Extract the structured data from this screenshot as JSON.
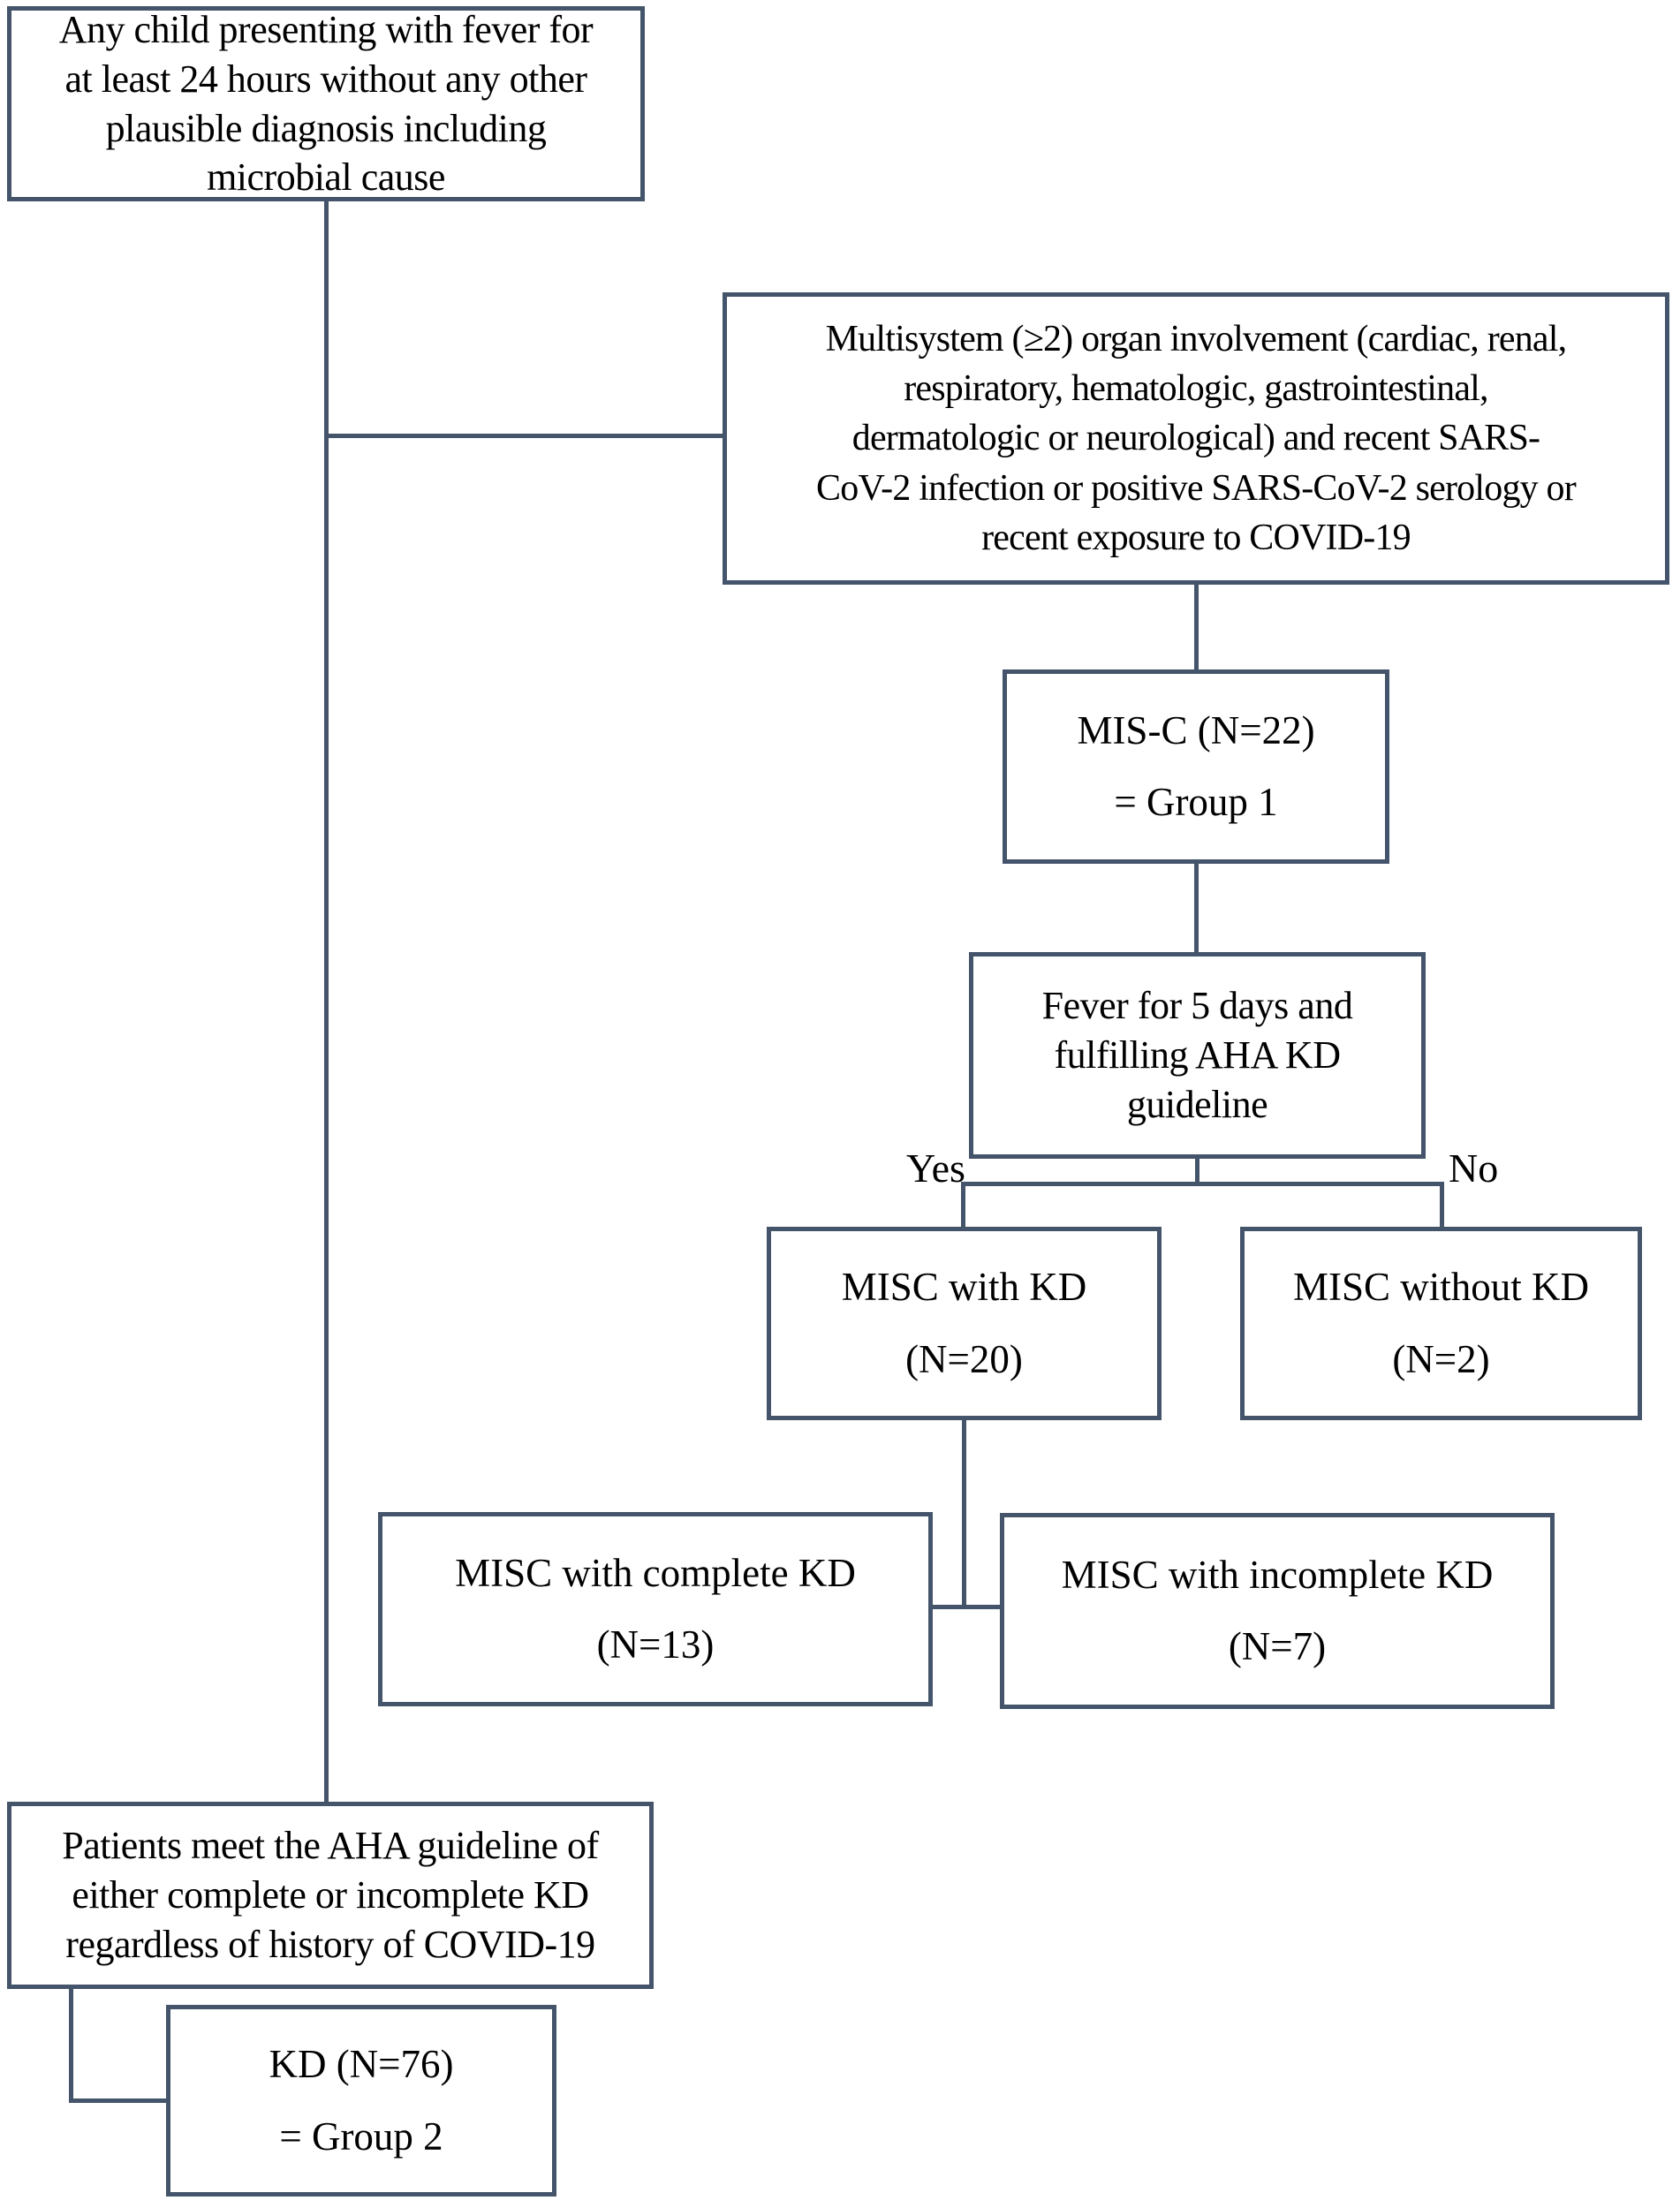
{
  "colors": {
    "border": "#44546A",
    "text": "#000000",
    "background": "#FFFFFF"
  },
  "flowchart": {
    "nodes": {
      "eligibility": {
        "label": "Any child presenting with fever for\nat least 24 hours without any other\nplausible diagnosis including\nmicrobial cause"
      },
      "multisystem": {
        "label": "Multisystem (≥2) organ involvement (cardiac, renal,\nrespiratory, hematologic, gastrointestinal,\ndermatologic or neurological) and recent SARS-\nCoV-2 infection or positive SARS-CoV-2 serology or\nrecent exposure to COVID-19"
      },
      "misc_group1": {
        "title": "MIS-C (N=22)",
        "subtitle": "= Group 1"
      },
      "fever_aha": {
        "label": "Fever for 5 days and\nfulfilling AHA KD\nguideline"
      },
      "misc_with_kd": {
        "title": "MISC with KD",
        "subtitle": "(N=20)"
      },
      "misc_without_kd": {
        "title": "MISC without KD",
        "subtitle": "(N=2)"
      },
      "misc_complete_kd": {
        "title": "MISC with complete KD",
        "subtitle": "(N=13)"
      },
      "misc_incomplete_kd": {
        "title": "MISC with incomplete KD",
        "subtitle": "(N=7)"
      },
      "kd_criteria": {
        "label": "Patients meet the AHA guideline of\neither complete or incomplete KD\nregardless of history of COVID-19"
      },
      "kd_group2": {
        "title": "KD (N=76)",
        "subtitle": "= Group 2"
      }
    },
    "branch_labels": {
      "yes": "Yes",
      "no": "No"
    }
  }
}
